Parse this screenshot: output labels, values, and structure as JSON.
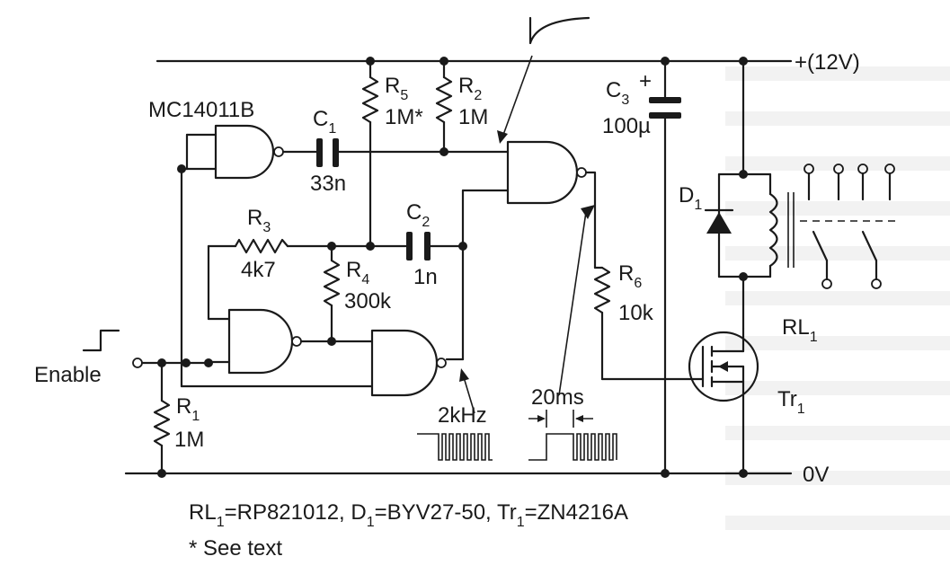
{
  "labels": {
    "ic": "MC14011B",
    "supply": "+(12V)",
    "ground": "0V",
    "enable": "Enable",
    "freq": "2kHz",
    "period": "20ms",
    "r1": {
      "name": "R",
      "sub": "1",
      "value": "1M"
    },
    "r2": {
      "name": "R",
      "sub": "2",
      "value": "1M"
    },
    "r3": {
      "name": "R",
      "sub": "3",
      "value": "4k7"
    },
    "r4": {
      "name": "R",
      "sub": "4",
      "value": "300k"
    },
    "r5": {
      "name": "R",
      "sub": "5",
      "value": "1M*"
    },
    "r6": {
      "name": "R",
      "sub": "6",
      "value": "10k"
    },
    "c1": {
      "name": "C",
      "sub": "1",
      "value": "33n"
    },
    "c2": {
      "name": "C",
      "sub": "2",
      "value": "1n"
    },
    "c3": {
      "name": "C",
      "sub": "3",
      "value": "100µ",
      "polarity": "+"
    },
    "d1": {
      "name": "D",
      "sub": "1"
    },
    "rl1": {
      "name": "RL",
      "sub": "1"
    },
    "tr1": {
      "name": "Tr",
      "sub": "1"
    }
  },
  "notes": {
    "parts": [
      {
        "name": "RL",
        "sub": "1",
        "value": "=RP821012, "
      },
      {
        "name": "D",
        "sub": "1",
        "value": "=BYV27-50, "
      },
      {
        "name": "Tr",
        "sub": "1",
        "value": "=ZN4216A"
      }
    ],
    "footnote": "* See text"
  }
}
